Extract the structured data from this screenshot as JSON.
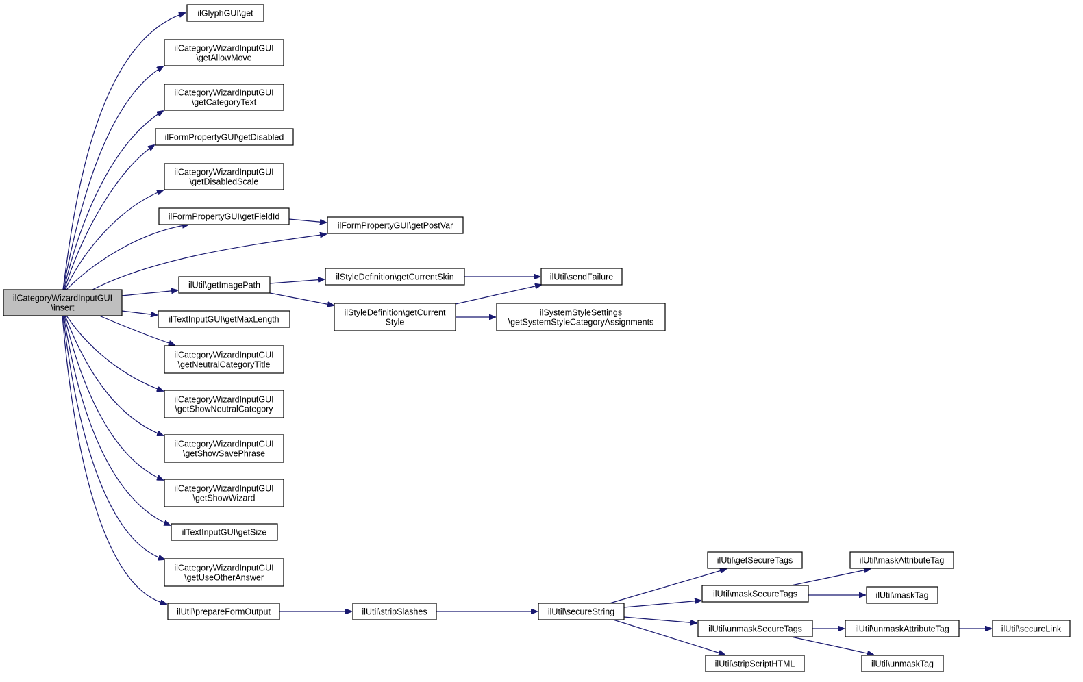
{
  "diagram": {
    "nodes": [
      {
        "id": "root",
        "lines": [
          "ilCategoryWizardInputGUI",
          "\\insert"
        ],
        "root": true
      },
      {
        "id": "glyph_get",
        "lines": [
          "ilGlyphGUI\\get"
        ]
      },
      {
        "id": "getAllowMove",
        "lines": [
          "ilCategoryWizardInputGUI",
          "\\getAllowMove"
        ]
      },
      {
        "id": "getCategoryText",
        "lines": [
          "ilCategoryWizardInputGUI",
          "\\getCategoryText"
        ]
      },
      {
        "id": "getDisabled",
        "lines": [
          "ilFormPropertyGUI\\getDisabled"
        ]
      },
      {
        "id": "getDisabledScale",
        "lines": [
          "ilCategoryWizardInputGUI",
          "\\getDisabledScale"
        ]
      },
      {
        "id": "getFieldId",
        "lines": [
          "ilFormPropertyGUI\\getFieldId"
        ]
      },
      {
        "id": "getPostVar",
        "lines": [
          "ilFormPropertyGUI\\getPostVar"
        ]
      },
      {
        "id": "getImagePath",
        "lines": [
          "ilUtil\\getImagePath"
        ]
      },
      {
        "id": "getCurrentSkin",
        "lines": [
          "ilStyleDefinition\\getCurrentSkin"
        ]
      },
      {
        "id": "sendFailure",
        "lines": [
          "ilUtil\\sendFailure"
        ]
      },
      {
        "id": "getCurrentStyle",
        "lines": [
          "ilStyleDefinition\\getCurrent",
          "Style"
        ]
      },
      {
        "id": "getSystemStyleCategoryAssignments",
        "lines": [
          "ilSystemStyleSettings",
          "\\getSystemStyleCategoryAssignments"
        ]
      },
      {
        "id": "getMaxLength",
        "lines": [
          "ilTextInputGUI\\getMaxLength"
        ]
      },
      {
        "id": "getNeutralCategoryTitle",
        "lines": [
          "ilCategoryWizardInputGUI",
          "\\getNeutralCategoryTitle"
        ]
      },
      {
        "id": "getShowNeutralCategory",
        "lines": [
          "ilCategoryWizardInputGUI",
          "\\getShowNeutralCategory"
        ]
      },
      {
        "id": "getShowSavePhrase",
        "lines": [
          "ilCategoryWizardInputGUI",
          "\\getShowSavePhrase"
        ]
      },
      {
        "id": "getShowWizard",
        "lines": [
          "ilCategoryWizardInputGUI",
          "\\getShowWizard"
        ]
      },
      {
        "id": "getSize",
        "lines": [
          "ilTextInputGUI\\getSize"
        ]
      },
      {
        "id": "getUseOtherAnswer",
        "lines": [
          "ilCategoryWizardInputGUI",
          "\\getUseOtherAnswer"
        ]
      },
      {
        "id": "prepareFormOutput",
        "lines": [
          "ilUtil\\prepareFormOutput"
        ]
      },
      {
        "id": "stripSlashes",
        "lines": [
          "ilUtil\\stripSlashes"
        ]
      },
      {
        "id": "secureString",
        "lines": [
          "ilUtil\\secureString"
        ]
      },
      {
        "id": "getSecureTags",
        "lines": [
          "ilUtil\\getSecureTags"
        ]
      },
      {
        "id": "maskSecureTags",
        "lines": [
          "ilUtil\\maskSecureTags"
        ]
      },
      {
        "id": "unmaskSecureTags",
        "lines": [
          "ilUtil\\unmaskSecureTags"
        ]
      },
      {
        "id": "stripScriptHTML",
        "lines": [
          "ilUtil\\stripScriptHTML"
        ]
      },
      {
        "id": "maskAttributeTag",
        "lines": [
          "ilUtil\\maskAttributeTag"
        ]
      },
      {
        "id": "maskTag",
        "lines": [
          "ilUtil\\maskTag"
        ]
      },
      {
        "id": "unmaskAttributeTag",
        "lines": [
          "ilUtil\\unmaskAttributeTag"
        ]
      },
      {
        "id": "unmaskTag",
        "lines": [
          "ilUtil\\unmaskTag"
        ]
      },
      {
        "id": "secureLink",
        "lines": [
          "ilUtil\\secureLink"
        ]
      }
    ],
    "edges": [
      {
        "from": "root",
        "to": "glyph_get"
      },
      {
        "from": "root",
        "to": "getAllowMove"
      },
      {
        "from": "root",
        "to": "getCategoryText"
      },
      {
        "from": "root",
        "to": "getDisabled"
      },
      {
        "from": "root",
        "to": "getDisabledScale"
      },
      {
        "from": "root",
        "to": "getFieldId"
      },
      {
        "from": "root",
        "to": "getPostVar"
      },
      {
        "from": "root",
        "to": "getImagePath"
      },
      {
        "from": "root",
        "to": "getMaxLength"
      },
      {
        "from": "root",
        "to": "getNeutralCategoryTitle"
      },
      {
        "from": "root",
        "to": "getShowNeutralCategory"
      },
      {
        "from": "root",
        "to": "getShowSavePhrase"
      },
      {
        "from": "root",
        "to": "getShowWizard"
      },
      {
        "from": "root",
        "to": "getSize"
      },
      {
        "from": "root",
        "to": "getUseOtherAnswer"
      },
      {
        "from": "root",
        "to": "prepareFormOutput"
      },
      {
        "from": "getFieldId",
        "to": "getPostVar"
      },
      {
        "from": "getImagePath",
        "to": "getCurrentSkin"
      },
      {
        "from": "getImagePath",
        "to": "getCurrentStyle"
      },
      {
        "from": "getCurrentSkin",
        "to": "sendFailure"
      },
      {
        "from": "getCurrentStyle",
        "to": "sendFailure"
      },
      {
        "from": "getCurrentStyle",
        "to": "getSystemStyleCategoryAssignments"
      },
      {
        "from": "prepareFormOutput",
        "to": "stripSlashes"
      },
      {
        "from": "stripSlashes",
        "to": "secureString"
      },
      {
        "from": "secureString",
        "to": "getSecureTags"
      },
      {
        "from": "secureString",
        "to": "maskSecureTags"
      },
      {
        "from": "secureString",
        "to": "unmaskSecureTags"
      },
      {
        "from": "secureString",
        "to": "stripScriptHTML"
      },
      {
        "from": "maskSecureTags",
        "to": "maskAttributeTag"
      },
      {
        "from": "maskSecureTags",
        "to": "maskTag"
      },
      {
        "from": "unmaskSecureTags",
        "to": "unmaskAttributeTag"
      },
      {
        "from": "unmaskSecureTags",
        "to": "unmaskTag"
      },
      {
        "from": "unmaskAttributeTag",
        "to": "secureLink"
      }
    ]
  }
}
